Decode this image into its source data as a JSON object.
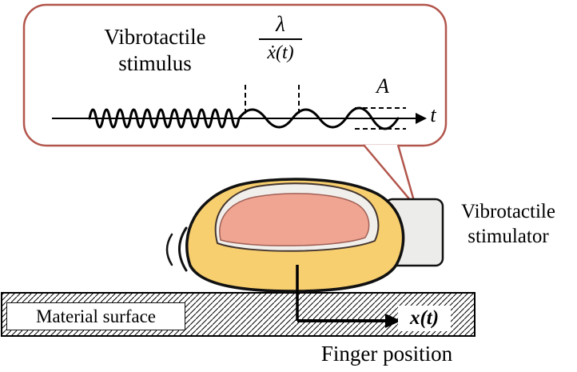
{
  "callout": {
    "title": "Vibrotactile stimulus",
    "fraction": {
      "numerator": "λ",
      "denominator": "ẋ(t)"
    },
    "amplitude_label": "A",
    "time_axis_label": "t"
  },
  "stimulator": {
    "label": "Vibrotactile stimulator"
  },
  "surface": {
    "label": "Material surface"
  },
  "finger": {
    "position_label": "Finger position",
    "displacement_label": "x(t)"
  },
  "colors": {
    "callout_border": "#b2564c",
    "finger_fill": "#f8cf6f",
    "nail_fill": "#f1efec",
    "nailbed_fill": "#f0a592",
    "stimulator_fill": "#ececea"
  }
}
